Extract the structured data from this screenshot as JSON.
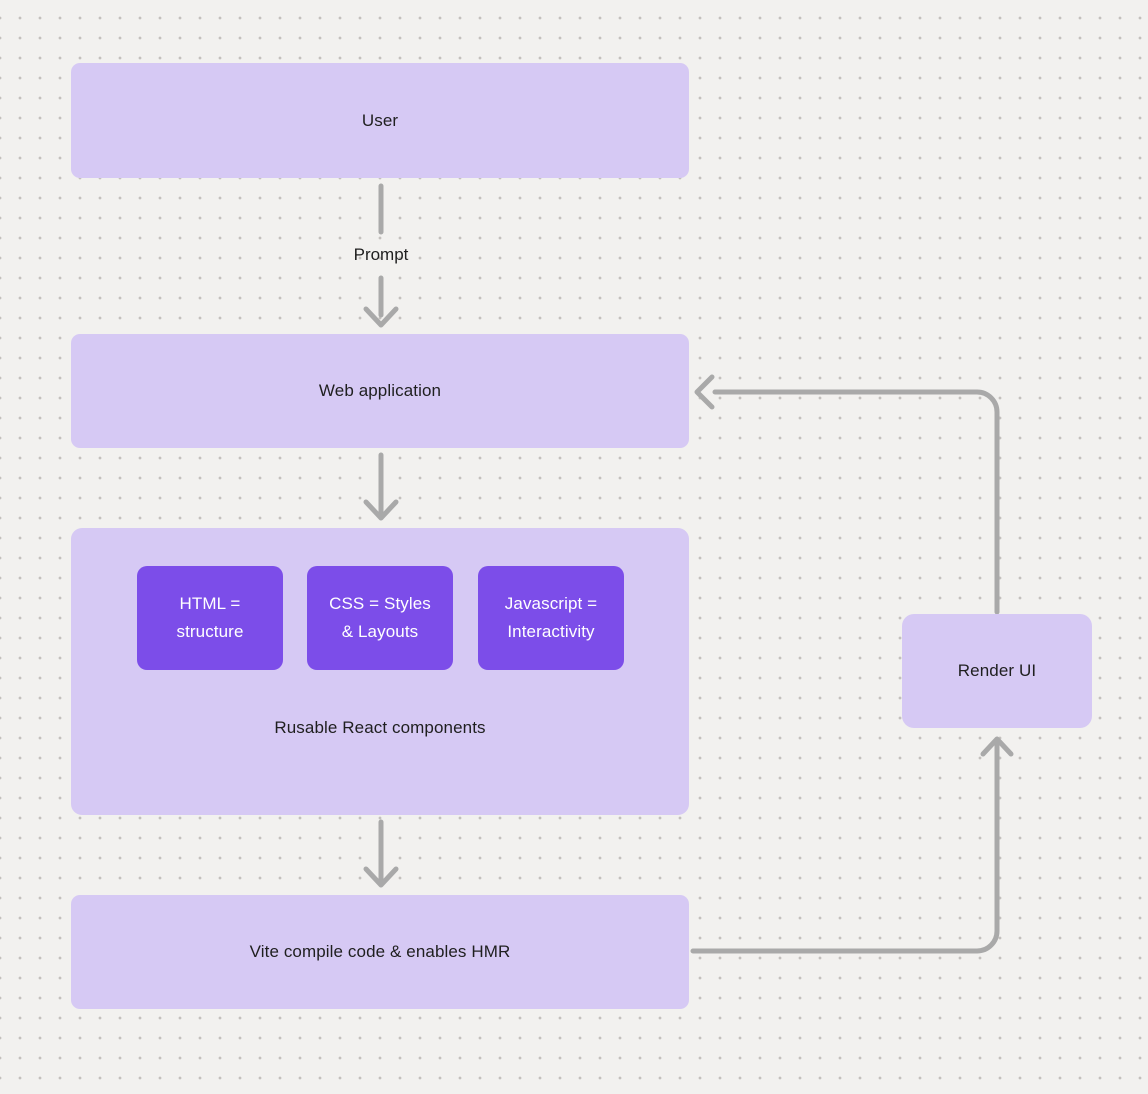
{
  "theme": {
    "background_color": "#f2f1ef",
    "dot_grid_color": "#c3c0bd",
    "node_fill_color": "#d6c9f4",
    "chip_fill_color": "#7c4de9",
    "connector_color": "#a9a9a9",
    "node_text_color": "#1f1f1f",
    "chip_text_color": "#ffffff"
  },
  "nodes": {
    "user": {
      "label": "User"
    },
    "web_application": {
      "label": "Web application"
    },
    "components_group": {
      "caption": "Rusable React components",
      "chips": [
        {
          "label": "HTML =\nstructure"
        },
        {
          "label": "CSS = Styles\n& Layouts"
        },
        {
          "label": "Javascript =\nInteractivity"
        }
      ]
    },
    "vite": {
      "label": "Vite compile code & enables HMR"
    },
    "render_ui": {
      "label": "Render UI"
    }
  },
  "edges": {
    "user_to_web": {
      "label": "Prompt"
    }
  }
}
